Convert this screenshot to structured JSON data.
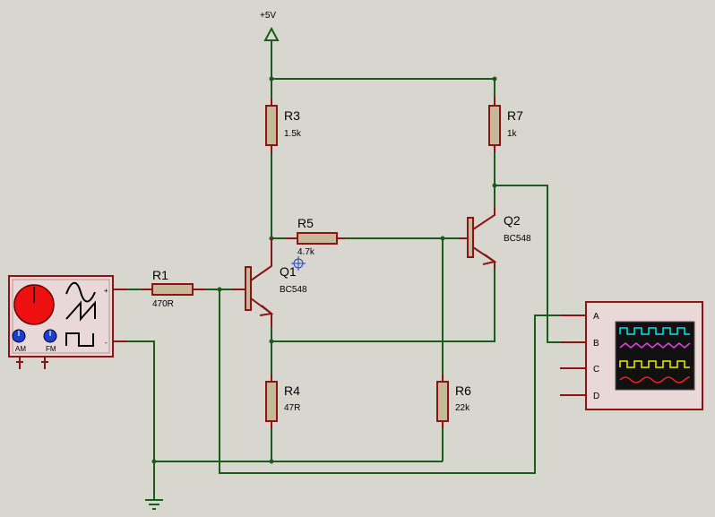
{
  "power": {
    "label": "+5V"
  },
  "components": {
    "r1": {
      "ref": "R1",
      "value": "470R"
    },
    "r3": {
      "ref": "R3",
      "value": "1.5k"
    },
    "r4": {
      "ref": "R4",
      "value": "47R"
    },
    "r5": {
      "ref": "R5",
      "value": "4.7k"
    },
    "r6": {
      "ref": "R6",
      "value": "22k"
    },
    "r7": {
      "ref": "R7",
      "value": "1k"
    },
    "q1": {
      "ref": "Q1",
      "value": "BC548"
    },
    "q2": {
      "ref": "Q2",
      "value": "BC548"
    }
  },
  "generator": {
    "plus_label": "+",
    "minus_label": "-",
    "knob_labels": [
      "AM",
      "FM"
    ]
  },
  "oscilloscope": {
    "channels": [
      "A",
      "B",
      "C",
      "D"
    ],
    "trace_colors": [
      "#00e5ee",
      "#e040e0",
      "#f0f000",
      "#ff2020"
    ]
  },
  "colors": {
    "background": "#d7d7cf",
    "wire": "#1a5c1a",
    "pin": "#8b1414",
    "resistor_body": "#c8b89a"
  }
}
